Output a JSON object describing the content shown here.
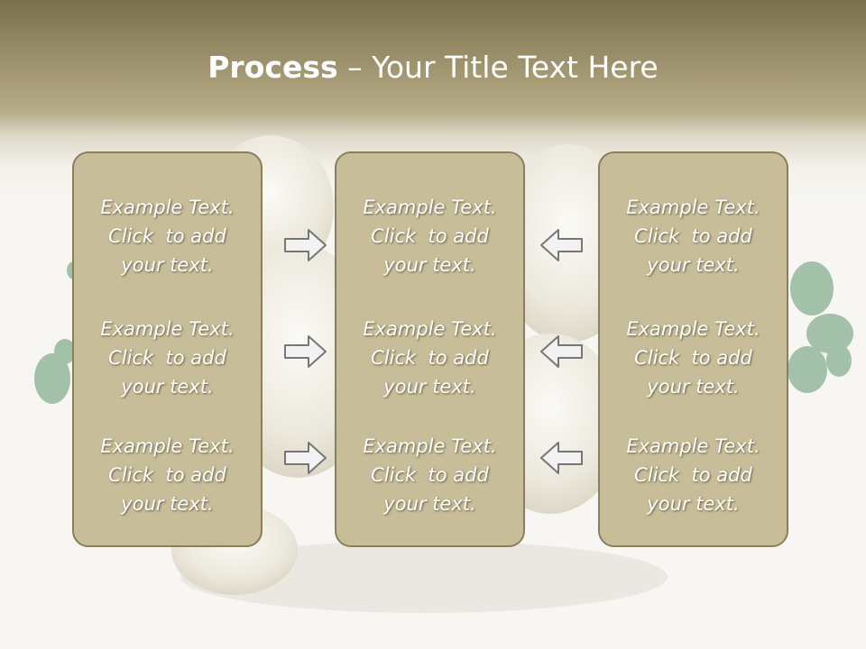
{
  "title": {
    "bold": "Process",
    "rest": " – Your Title Text Here"
  },
  "panels": [
    {
      "blocks": [
        {
          "line1": "Example Text.",
          "line2": "Click  to add",
          "line3": "your text."
        },
        {
          "line1": "Example Text.",
          "line2": "Click  to add",
          "line3": "your text."
        },
        {
          "line1": "Example Text.",
          "line2": "Click  to add",
          "line3": "your text."
        }
      ]
    },
    {
      "blocks": [
        {
          "line1": "Example Text.",
          "line2": "Click  to add",
          "line3": "your text."
        },
        {
          "line1": "Example Text.",
          "line2": "Click  to add",
          "line3": "your text."
        },
        {
          "line1": "Example Text.",
          "line2": "Click  to add",
          "line3": "your text."
        }
      ]
    },
    {
      "blocks": [
        {
          "line1": "Example Text.",
          "line2": "Click  to add",
          "line3": "your text."
        },
        {
          "line1": "Example Text.",
          "line2": "Click  to add",
          "line3": "your text."
        },
        {
          "line1": "Example Text.",
          "line2": "Click  to add",
          "line3": "your text."
        }
      ]
    }
  ],
  "arrows": [
    {
      "icon": "arrow-right-icon"
    },
    {
      "icon": "arrow-right-icon"
    },
    {
      "icon": "arrow-right-icon"
    },
    {
      "icon": "arrow-left-icon"
    },
    {
      "icon": "arrow-left-icon"
    },
    {
      "icon": "arrow-left-icon"
    }
  ],
  "colors": {
    "header": "#8f8460",
    "panel_fill": "#c7bd98",
    "panel_border": "#8a7f5c",
    "arrow_fill": "#f2f2f2",
    "arrow_stroke": "#767676"
  }
}
